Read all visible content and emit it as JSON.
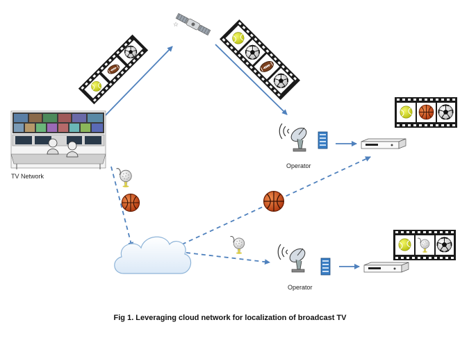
{
  "labels": {
    "tv_network": "TV Network",
    "operator_top": "Operator",
    "operator_bottom": "Operator"
  },
  "caption": "Fig 1. Leveraging cloud network for localization of broadcast TV",
  "colors": {
    "arrow": "#4f81bd",
    "film": "#1a1a1a",
    "cloud_fill": "#eef6ff",
    "cloud_stroke": "#8eb4d8",
    "basketball": "#c8501e",
    "tennis_ball": "#d9e021",
    "football": "#6b3a1f"
  },
  "icons": {
    "satellite": "satellite-icon",
    "tv_network": "broadcast-control-room-icon",
    "cloud": "cloud-icon",
    "operator_dish": "satellite-dish-icon",
    "set_top_box": "set-top-box-icon"
  },
  "film_strips": {
    "uplink": [
      "soccer-ball",
      "football",
      "tennis-ball"
    ],
    "downlink": [
      "tennis-ball",
      "soccer-ball",
      "football",
      "soccer-ball"
    ],
    "receiver_top": [
      "tennis-ball",
      "basketball",
      "soccer-ball"
    ],
    "receiver_bottom": [
      "tennis-ball",
      "golf-ball",
      "soccer-ball"
    ]
  },
  "localized_content": [
    "golf-ball",
    "basketball",
    "basketball",
    "golf-ball"
  ]
}
